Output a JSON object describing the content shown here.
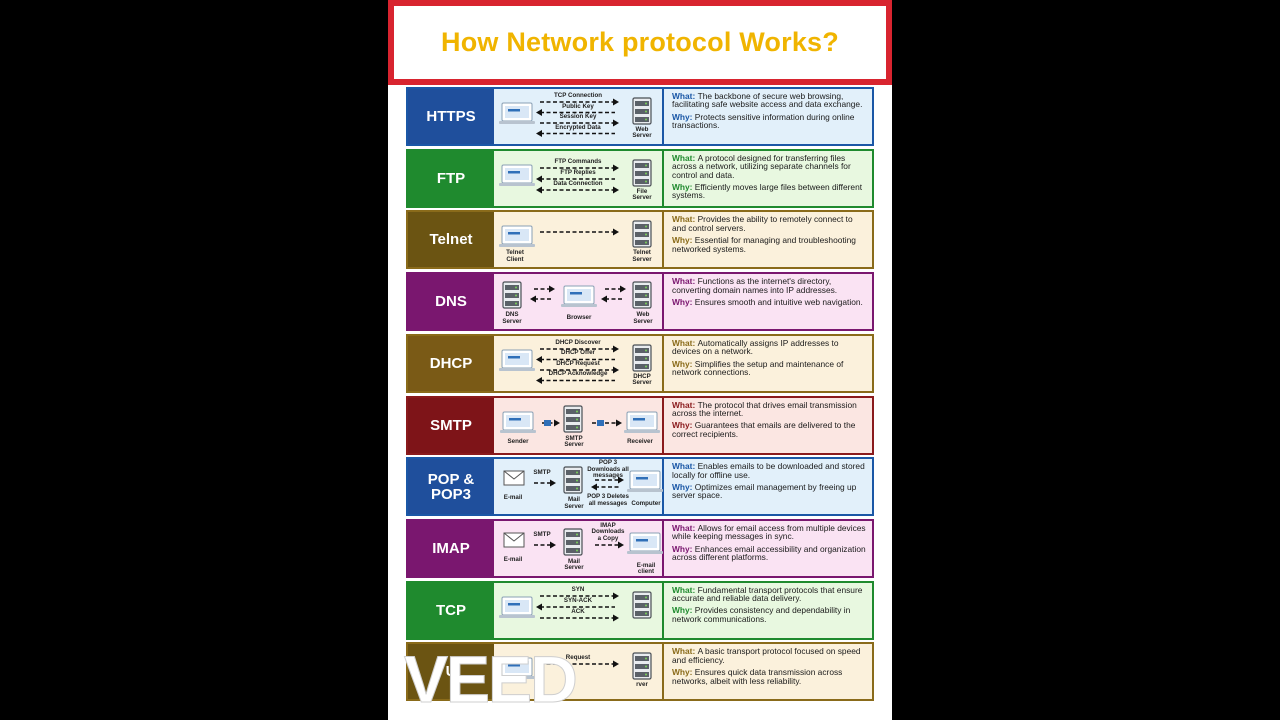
{
  "title": "How Network protocol Works?",
  "watermark": "VEED",
  "colors": {
    "title_border": "#d8242f",
    "title_text": "#f0b400"
  },
  "rows": [
    {
      "name": "HTTPS",
      "label_color": "#1f4f9c",
      "bg": "#e2f0fa",
      "border": "#1a57a6",
      "what_color": "#1a57a6",
      "what": "The backbone of secure web browsing, facilitating safe website access and data exchange.",
      "why": "Protects sensitive information during online transactions.",
      "arrows": [
        "TCP Connection",
        "Public Key",
        "Session Key",
        "Encrypted Data"
      ],
      "left_device": "",
      "right_device": "Web\nServer"
    },
    {
      "name": "FTP",
      "label_color": "#1f8a2e",
      "bg": "#e8f8e0",
      "border": "#1f8a2e",
      "what_color": "#1f8a2e",
      "what": "A protocol designed for transferring files across a network, utilizing separate channels for control and data.",
      "why": "Efficiently moves large files between different systems.",
      "arrows": [
        "FTP Commands",
        "FTP Replies",
        "Data Connection"
      ],
      "left_device": "",
      "right_device": "File\nServer"
    },
    {
      "name": "Telnet",
      "label_color": "#6b5412",
      "bg": "#fbf1dc",
      "border": "#8a6b1a",
      "what_color": "#8a6b1a",
      "what": "Provides the ability to remotely connect to and control servers.",
      "why": "Essential for managing and troubleshooting networked systems.",
      "arrows": [
        ""
      ],
      "left_device": "Telnet\nClient",
      "right_device": "Telnet\nServer"
    },
    {
      "name": "DNS",
      "label_color": "#7a176f",
      "bg": "#fae3f3",
      "border": "#7a176f",
      "what_color": "#7a176f",
      "what": "Functions as the internet's directory, converting domain names into IP addresses.",
      "why": "Ensures smooth and intuitive web navigation.",
      "arrows": [],
      "left_device": "DNS\nServer",
      "mid_device": "Browser",
      "right_device": "Web\nServer"
    },
    {
      "name": "DHCP",
      "label_color": "#7a5a16",
      "bg": "#fbf1dc",
      "border": "#8a6b1a",
      "what_color": "#8a6b1a",
      "what": "Automatically assigns IP addresses to devices on a network.",
      "why": "Simplifies the setup and maintenance of network connections.",
      "arrows": [
        "DHCP Discover",
        "DHCP Offer",
        "DHCP Request",
        "DHCP Acknowledge"
      ],
      "left_device": "",
      "right_device": "DHCP\nServer"
    },
    {
      "name": "SMTP",
      "label_color": "#7e1418",
      "bg": "#fbe6e2",
      "border": "#8a1a1c",
      "what_color": "#8a1a1c",
      "what": "The protocol that drives email transmission across the internet.",
      "why": "Guarantees that emails are delivered to the correct recipients.",
      "arrows": [],
      "left_device": "Sender",
      "mid_device": "SMTP\nServer",
      "right_device": "Receiver"
    },
    {
      "name": "POP &\nPOP3",
      "label_color": "#1f4f9c",
      "bg": "#e2f0fa",
      "border": "#1a57a6",
      "what_color": "#1a57a6",
      "what": "Enables emails to be downloaded and stored locally for offline use.",
      "why": "Optimizes email management by freeing up server space.",
      "arrows": [
        "SMTP",
        "POP 3\nDownloads all\nmessages",
        "POP 3 Deletes\nall messages"
      ],
      "left_device": "E-mail",
      "mid_device": "Mail\nServer",
      "right_device": "Computer"
    },
    {
      "name": "IMAP",
      "label_color": "#7a176f",
      "bg": "#fae3f3",
      "border": "#7a176f",
      "what_color": "#7a176f",
      "what": "Allows for email access from multiple devices while keeping messages in sync.",
      "why": "Enhances email accessibility and organization across different platforms.",
      "arrows": [
        "SMTP",
        "IMAP\nDownloads\na Copy"
      ],
      "left_device": "E-mail",
      "mid_device": "Mail\nServer",
      "right_device": "E-mail\nclient"
    },
    {
      "name": "TCP",
      "label_color": "#1f8a2e",
      "bg": "#e8f8e0",
      "border": "#1f8a2e",
      "what_color": "#1f8a2e",
      "what": "Fundamental transport protocols that ensure accurate and reliable data delivery.",
      "why": "Provides consistency and dependability in network communications.",
      "arrows": [
        "SYN",
        "SYN-ACK",
        "ACK"
      ],
      "left_device": "",
      "right_device": ""
    },
    {
      "name": "U",
      "label_color": "#6b5412",
      "bg": "#fbf1dc",
      "border": "#8a6b1a",
      "what_color": "#8a6b1a",
      "what": "A basic transport protocol focused on speed and efficiency.",
      "why": "Ensures quick data transmission across networks, albeit with less reliability.",
      "arrows": [
        "Request"
      ],
      "left_device": "",
      "right_device": "rver"
    }
  ],
  "desc_keys": {
    "what": "What:",
    "why": "Why:"
  }
}
